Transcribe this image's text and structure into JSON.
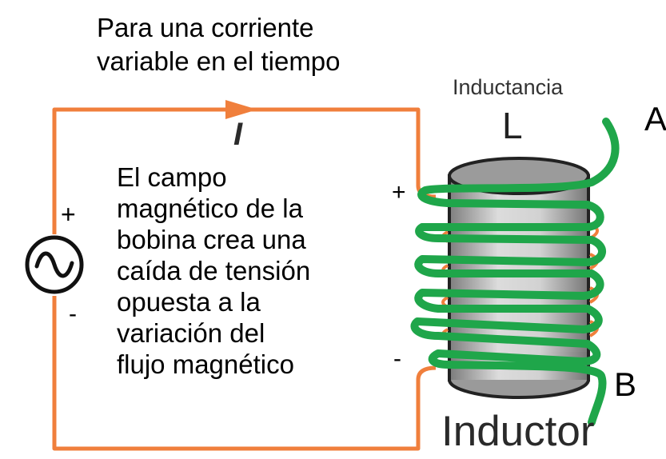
{
  "caption": {
    "line1": "Para una corriente",
    "line2": "variable en el tiempo"
  },
  "description": {
    "lines": [
      "El campo",
      "magnético de la",
      "bobina crea una",
      "caída de tensión",
      "opuesta a la",
      "variación del",
      "flujo magnético"
    ]
  },
  "source": {
    "plus": "+",
    "minus": "-",
    "symbol_icon": "ac-source-icon"
  },
  "current_label": "I",
  "coil": {
    "plus": "+",
    "minus": "-",
    "inductance_label": "Inductancia",
    "symbol": "L",
    "end_a": "A",
    "end_b": "B",
    "name": "Inductor"
  },
  "colors": {
    "wire": "#f07f3c",
    "winding": "#1fa64a",
    "core_light": "#d6d6d6",
    "core_dark": "#8a8a8a",
    "text": "#000000"
  }
}
